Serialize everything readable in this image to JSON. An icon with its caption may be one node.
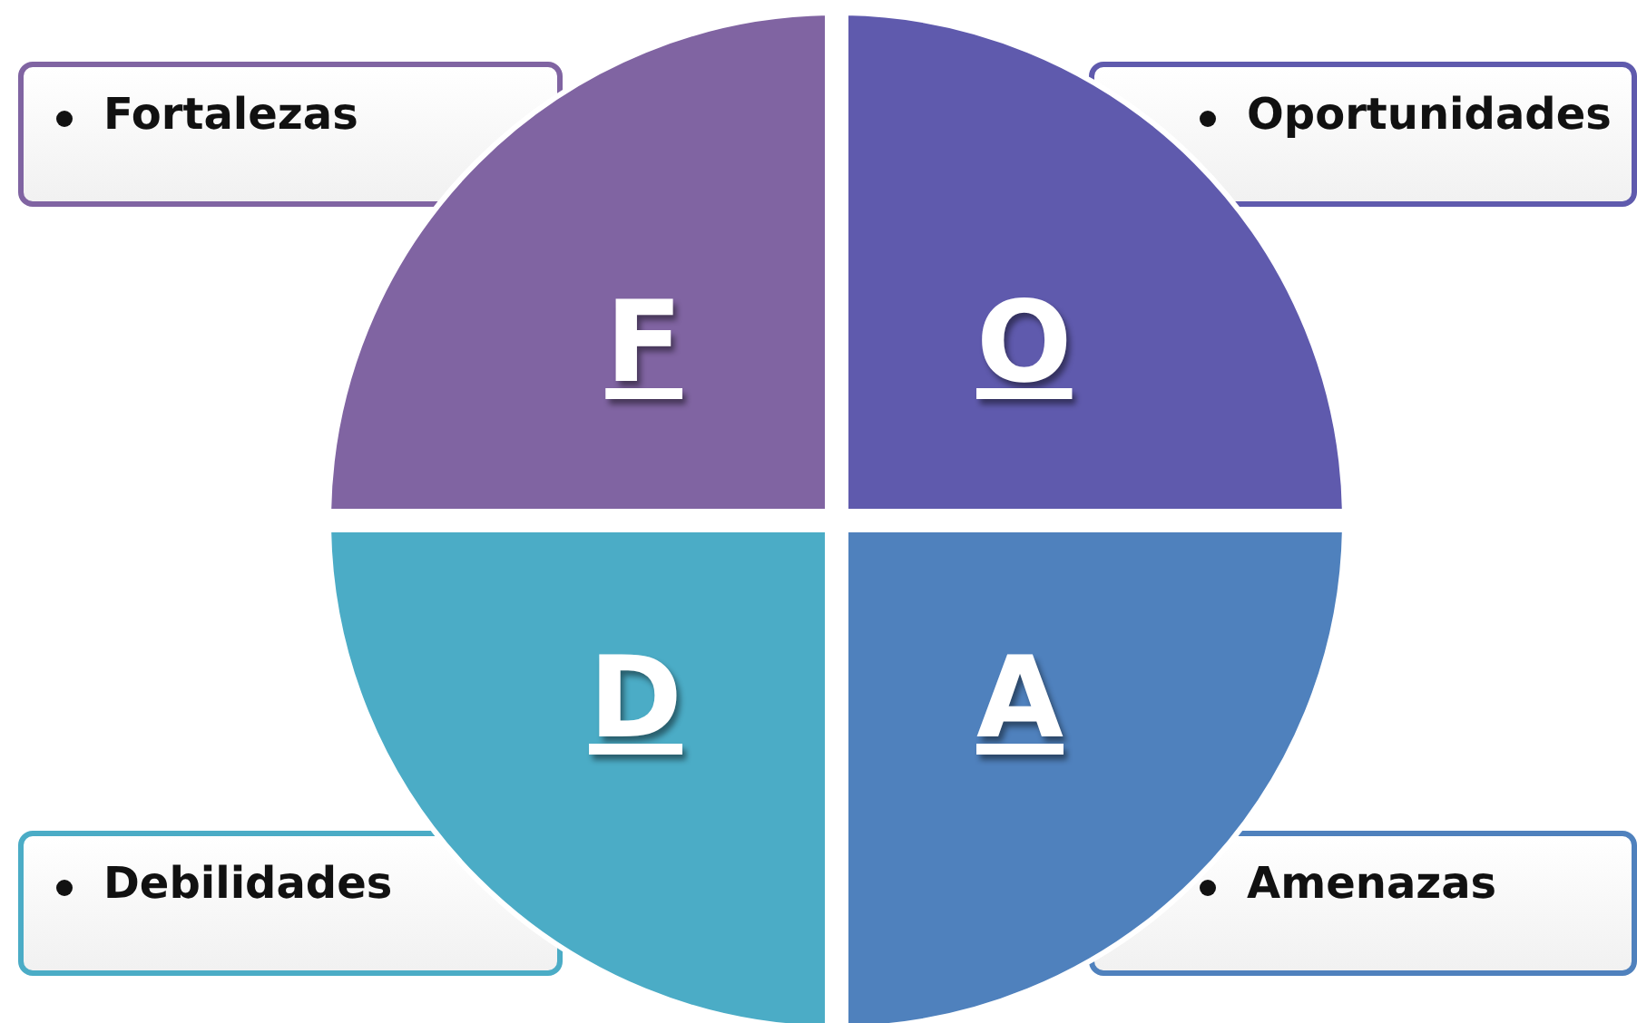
{
  "diagram": {
    "nodes": [
      {
        "text": [
          "Fortalezas"
        ]
      },
      {
        "text": [
          "F"
        ]
      },
      {
        "text": [
          "O"
        ]
      },
      {
        "text": [
          "Oportunidades"
        ]
      },
      {
        "text": [
          "D"
        ]
      },
      {
        "text": [
          "A"
        ]
      },
      {
        "text": [
          "Debilidades"
        ]
      },
      {
        "text": [
          "Amenazas"
        ]
      }
    ]
  }
}
